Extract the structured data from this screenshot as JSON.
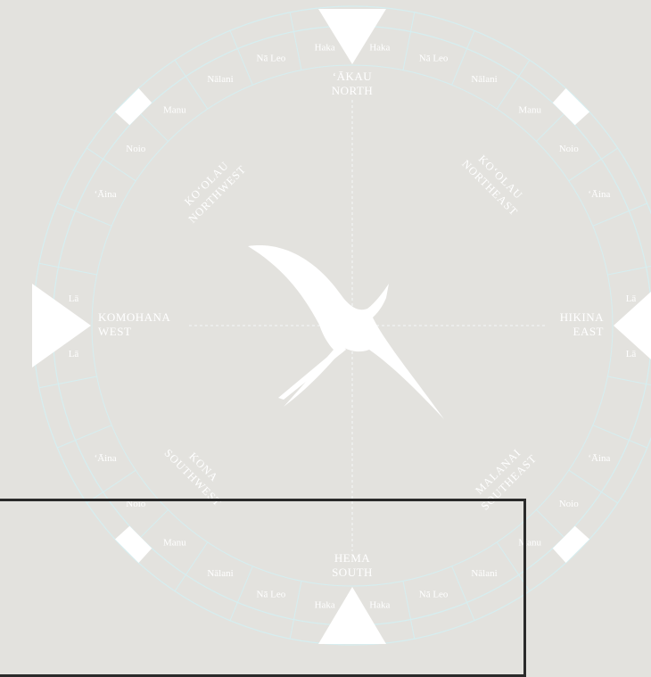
{
  "colors": {
    "background": "#e3e2de",
    "ink": "#d6eef0",
    "fill": "#ffffff",
    "frame": "#2a2a2a"
  },
  "cardinals": {
    "north": [
      "ʻĀKAU",
      "NORTH"
    ],
    "south": [
      "HEMA",
      "SOUTH"
    ],
    "east": [
      "HIKINA",
      "EAST"
    ],
    "west": [
      "KOMOHANA",
      "WEST"
    ]
  },
  "quadrants": {
    "nw": [
      "KOʻOLAU",
      "NORTHWEST"
    ],
    "ne": [
      "KOʻOLAU",
      "NORTHEAST"
    ],
    "sw": [
      "KONA",
      "SOUTHWEST"
    ],
    "se": [
      "MALANAI",
      "SOUTHEAST"
    ]
  },
  "houses": {
    "half": [
      "Haka",
      "Nā Leo",
      "Nālani",
      "Manu",
      "Noio",
      "ʻĀina"
    ],
    "east_west": "Lā"
  },
  "center_icon": "frigatebird-icon"
}
